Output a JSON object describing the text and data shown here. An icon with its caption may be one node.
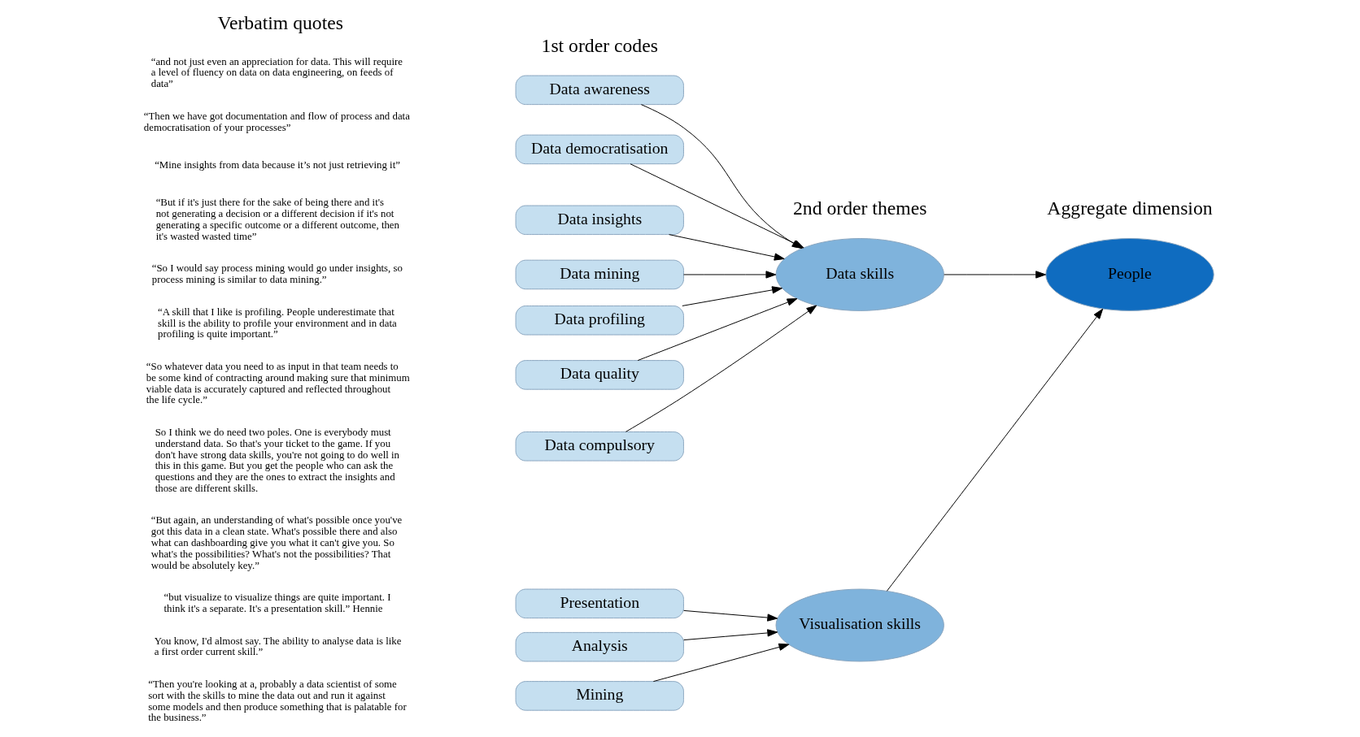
{
  "diagram": {
    "nodes": [
      {
        "text": [
          "Data awareness"
        ]
      },
      {
        "text": [
          "Data democratisation"
        ]
      },
      {
        "text": [
          "Data insights"
        ]
      },
      {
        "text": [
          "Data mining"
        ]
      },
      {
        "text": [
          "Data profiling"
        ]
      },
      {
        "text": [
          "Data quality"
        ]
      },
      {
        "text": [
          "Data compulsory"
        ]
      },
      {
        "text": [
          "Data skills"
        ]
      },
      {
        "text": [
          "Presentation"
        ]
      },
      {
        "text": [
          "Analysis"
        ]
      },
      {
        "text": [
          "Mining"
        ]
      },
      {
        "text": [
          "Visualisation skills"
        ]
      },
      {
        "text": [
          "People"
        ]
      }
    ],
    "edges": [
      {
        "from": 0,
        "to": 7,
        "arrow": "to"
      },
      {
        "from": 1,
        "to": 7,
        "arrow": "to"
      },
      {
        "from": 2,
        "to": 7,
        "arrow": "to"
      },
      {
        "from": 3,
        "to": 7,
        "arrow": "to"
      },
      {
        "from": 4,
        "to": 7,
        "arrow": "to"
      },
      {
        "from": 5,
        "to": 7,
        "arrow": "to"
      },
      {
        "from": 6,
        "to": 7,
        "arrow": "to"
      },
      {
        "from": 8,
        "to": 11,
        "arrow": "to"
      },
      {
        "from": 9,
        "to": 11,
        "arrow": "to"
      },
      {
        "from": 10,
        "to": 11,
        "arrow": "to"
      },
      {
        "from": 7,
        "to": 12,
        "arrow": "to"
      },
      {
        "from": 11,
        "to": 12,
        "arrow": "to"
      }
    ],
    "labels": [
      "Verbatim quotes",
      "1st order codes",
      "2nd order themes",
      "Aggregate dimension",
      "“and not just even an appreciation for data. This will require a level of fluency on data on data engineering, on feeds of data”",
      "“Then we have got documentation and flow of process and data democratisation of your processes”",
      "“Mine insights from data because it’s not just retrieving it”",
      "“But if it's just there for the sake of being there and it's not generating a decision or a different decision if it's not generating a specific outcome or a different outcome, then it's wasted wasted time”",
      "“So I would say process mining would go under insights, so process mining is similar to data mining.”",
      "“A skill that I like is profiling. People underestimate that skill is the ability to profile your environment and in data profiling is quite important.”",
      "“So whatever data you need to as input in that team needs to be some kind of contracting around making sure that minimum viable data is accurately captured and reflected throughout the life cycle.”",
      "So I think we do need two poles. One is everybody must understand data. So that's your ticket to the game. If you don't have strong data skills, you're not going to do well in this in this game. But you get the people who can ask the questions and they are the ones to extract the insights and those are different skills.",
      "“But again, an understanding of what's possible once you've got this data in a clean state. What's possible there and also what can dashboarding give you what it can't give you. So what's the possibilities? What's not the possibilities? That would be absolutely key.”",
      "“but visualize to visualize things are quite important. I think it's a separate. It's a presentation skill.” Hennie",
      "You know, I'd almost say. The ability to analyse data is like a first order current skill.”",
      "“Then you're looking at a, probably a data scientist of some sort with the skills to mine the data out and run it against some models and then produce something that is palatable for the business.”"
    ]
  }
}
